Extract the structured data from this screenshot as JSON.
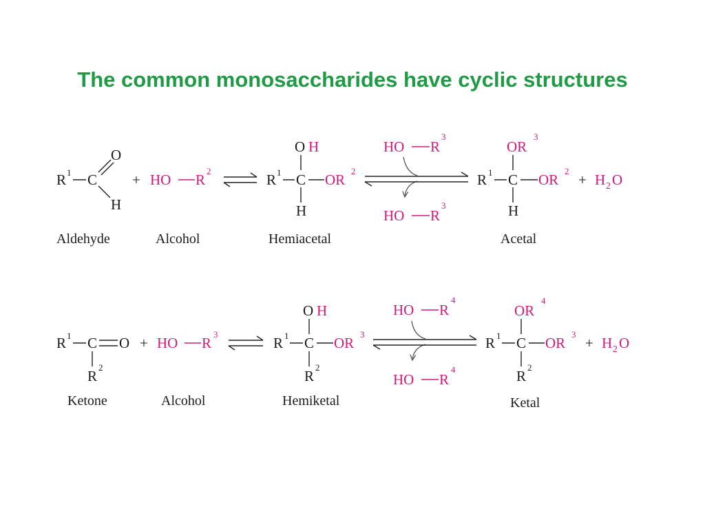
{
  "title": "The common monosaccharides have cyclic structures",
  "colors": {
    "title": "#1f9a45",
    "reagent": "#d1197a",
    "text": "#1a1a1a"
  },
  "row1": {
    "aldehyde": {
      "r": "R",
      "r_sup": "1",
      "c": "C",
      "o": "O",
      "h": "H"
    },
    "plus1": "+",
    "alcohol": {
      "ho": "HO",
      "r": "R",
      "r_sup": "2"
    },
    "hemiacetal": {
      "o": "O",
      "h_top": "H",
      "r": "R",
      "r_sup": "1",
      "c": "C",
      "or": "OR",
      "or_sup": "2",
      "h": "H"
    },
    "reagent_in": {
      "ho": "HO",
      "r": "R",
      "r_sup": "3"
    },
    "reagent_out": {
      "ho": "HO",
      "r": "R",
      "r_sup": "3"
    },
    "acetal": {
      "or_top": "OR",
      "or_top_sup": "3",
      "r": "R",
      "r_sup": "1",
      "c": "C",
      "or": "OR",
      "or_sup": "2",
      "h": "H"
    },
    "plus2": "+",
    "water": {
      "h": "H",
      "sub": "2",
      "o": "O"
    },
    "labels": {
      "aldehyde": "Aldehyde",
      "alcohol": "Alcohol",
      "hemiacetal": "Hemiacetal",
      "acetal": "Acetal"
    }
  },
  "row2": {
    "ketone": {
      "r1": "R",
      "r1_sup": "1",
      "c": "C",
      "o": "O",
      "r2": "R",
      "r2_sup": "2"
    },
    "plus1": "+",
    "alcohol": {
      "ho": "HO",
      "r": "R",
      "r_sup": "3"
    },
    "hemiketal": {
      "o": "O",
      "h_top": "H",
      "r1": "R",
      "r1_sup": "1",
      "c": "C",
      "or": "OR",
      "or_sup": "3",
      "r2": "R",
      "r2_sup": "2"
    },
    "reagent_in": {
      "ho": "HO",
      "r": "R",
      "r_sup": "4"
    },
    "reagent_out": {
      "ho": "HO",
      "r": "R",
      "r_sup": "4"
    },
    "ketal": {
      "or_top": "OR",
      "or_top_sup": "4",
      "r1": "R",
      "r1_sup": "1",
      "c": "C",
      "or": "OR",
      "or_sup": "3",
      "r2": "R",
      "r2_sup": "2"
    },
    "plus2": "+",
    "water": {
      "h": "H",
      "sub": "2",
      "o": "O"
    },
    "labels": {
      "ketone": "Ketone",
      "alcohol": "Alcohol",
      "hemiketal": "Hemiketal",
      "ketal": "Ketal"
    }
  }
}
